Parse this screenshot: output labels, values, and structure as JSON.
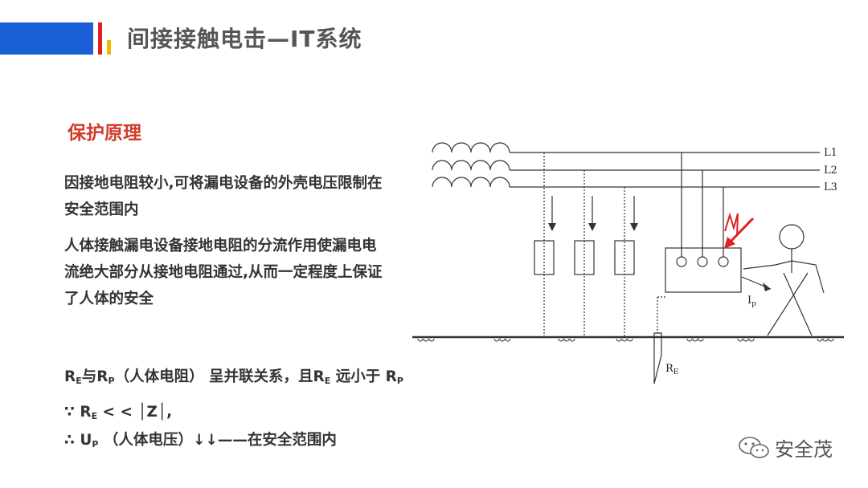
{
  "header": {
    "title": "间接接触电击—IT系统",
    "colors": {
      "blue": "#1a5fd6",
      "red": "#e02020",
      "yellow": "#f0b800"
    }
  },
  "section_title": "保护原理",
  "paragraph1": "因接地电阻较小,可将漏电设备的外壳电压限制在安全范围内",
  "paragraph2": "人体接触漏电设备接地电阻的分流作用使漏电电流绝大部分从接地电阻通过,从而一定程度上保证了人体的安全",
  "relation": {
    "re_r": "R",
    "re_sub": "E",
    "mid1": "与R",
    "rp_sub": "P",
    "mid2": "（人体电阻） 呈并联关系，且R",
    "re2_sub": "E",
    "mid3": " 远小于 R",
    "rp2_sub": "P"
  },
  "because": {
    "prefix": "∵ R",
    "sub": "E",
    "rest": " < < │Z│,"
  },
  "therefore": {
    "prefix": "∴ U",
    "sub": "P",
    "rest": " （人体电压）↓↓——在安全范围内"
  },
  "diagram": {
    "phase_labels": [
      "L1",
      "L2",
      "L3"
    ],
    "current_label": "I",
    "current_sub": "p",
    "ground_resistor_label": "R",
    "ground_resistor_sub": "E",
    "fault_color": "#e02020"
  },
  "watermark": {
    "text": "安全茂",
    "icon": "wechat-icon"
  }
}
